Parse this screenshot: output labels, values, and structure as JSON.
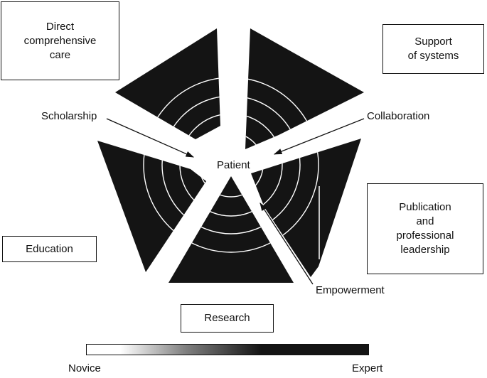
{
  "colors": {
    "wedge_fill": "#141414",
    "ring_stroke": "#ffffff",
    "line": "#111111",
    "gradient_start": "#ffffff",
    "gradient_end": "#141414"
  },
  "domain_boxes": {
    "direct_care": "Direct\ncomprehensive\ncare",
    "support_systems": "Support\nof systems",
    "publication": "Publication\nand\nprofessional\nleadership",
    "education": "Education",
    "research": "Research"
  },
  "competency_labels": {
    "scholarship": "Scholarship",
    "collaboration": "Collaboration",
    "empowerment": "Empowerment"
  },
  "center_label": "Patient",
  "scale": {
    "novice": "Novice",
    "expert": "Expert"
  }
}
